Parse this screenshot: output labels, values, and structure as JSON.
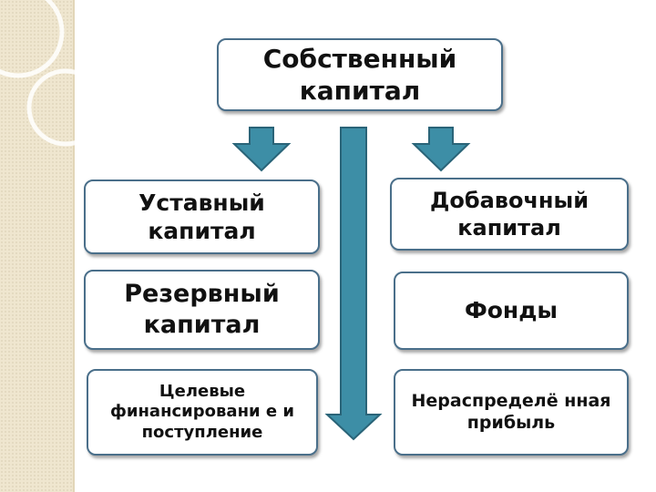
{
  "boxes": {
    "own_capital": "Собственный капитал",
    "charter_capital": "Уставный капитал",
    "additional_capital": "Добавочный капитал",
    "reserve_capital": "Резервный капитал",
    "funds": "Фонды",
    "targeted_financing": "Целевые финансировани е и поступление",
    "retained_earnings": "Нераспределё нная прибыль"
  },
  "colors": {
    "arrow_fill": "#3d8ea6",
    "arrow_stroke": "#2a6478",
    "box_border": "#4a6f8a",
    "left_strip": "#efe6cf"
  }
}
